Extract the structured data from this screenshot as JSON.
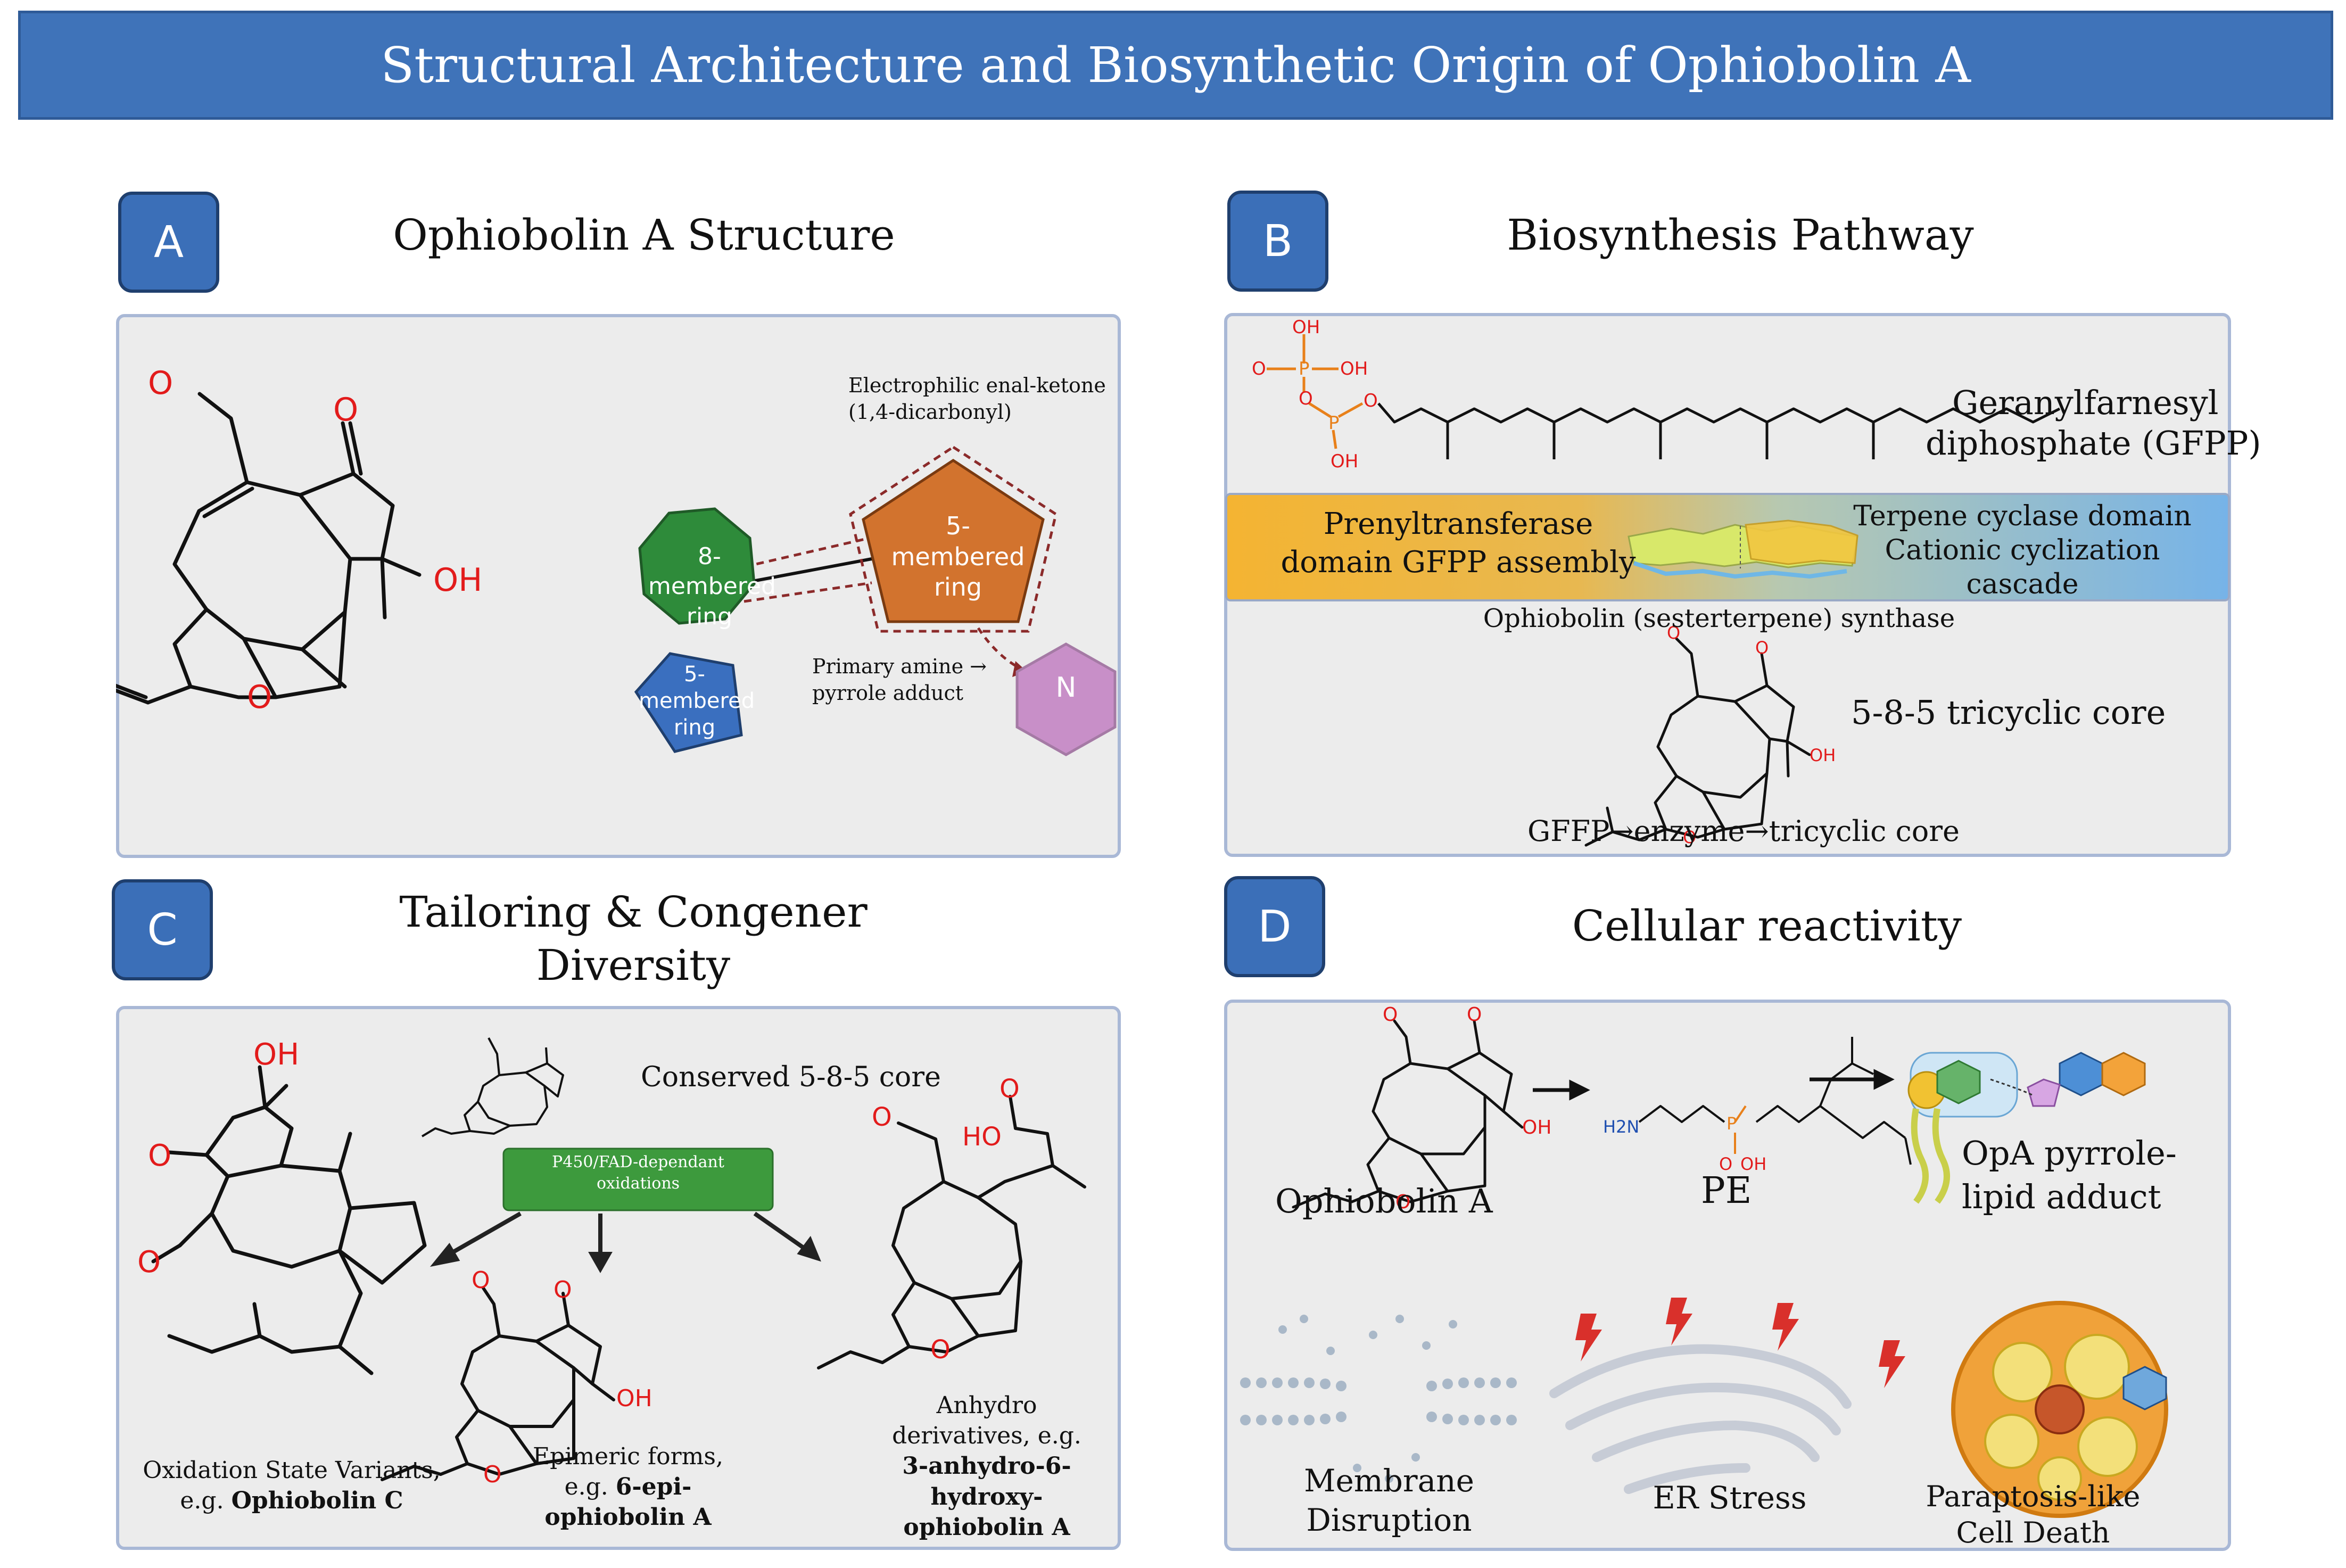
{
  "title": "Structural Architecture and Biosynthetic Origin of Ophiobolin A",
  "panels": {
    "a": {
      "badge": "A",
      "heading": "Ophiobolin A Structure",
      "atoms": {
        "o1": "O",
        "o2": "O",
        "oh": "OH",
        "o_ring": "O"
      },
      "ring_8": "8-\nmembered\nring",
      "ring_5_blue": "5-\nmembered\nring",
      "ring_5_orange": "5-\nmembered\nring",
      "amine_node": "N",
      "callout_electrophilic_1": "Electrophilic enal-ketone",
      "callout_electrophilic_2": "(1,4-dicarbonyl)",
      "callout_amine_1": "Primary amine →",
      "callout_amine_2": "pyrrole adduct"
    },
    "b": {
      "badge": "B",
      "heading": "Biosynthesis Pathway",
      "gfpp_label_1": "Geranylfarnesyl",
      "gfpp_label_2": "diphosphate (GFPP)",
      "phosphate_atoms": {
        "oh1": "OH",
        "oh2": "OH",
        "oh3": "OH",
        "o1": "O",
        "o2": "O",
        "o3": "O",
        "p1": "P",
        "p2": "P"
      },
      "prenyl_1": "Prenyltransferase",
      "prenyl_2": "domain GFPP assembly",
      "cyclase_1": "Terpene cyclase domain",
      "cyclase_2": "Cationic cyclization",
      "cyclase_3": "cascade",
      "synthase": "Ophiobolin (sesterterpene) synthase",
      "core_label": "5-8-5 tricyclic core",
      "flow": "GFFP→enzyme→tricyclic core"
    },
    "c": {
      "badge": "C",
      "heading_1": "Tailoring & Congener",
      "heading_2": "Diversity",
      "conserved": "Conserved 5-8-5 core",
      "enzyme_1": "P450/FAD-dependant",
      "enzyme_2": "oxidations",
      "variant_1a": "Oxidation State Variants,",
      "variant_1b": "e.g. ",
      "variant_1c": "Ophiobolin C",
      "variant_2a": "Epimeric forms,",
      "variant_2b": "e.g. ",
      "variant_2c": "6-epi-",
      "variant_2d": "ophiobolin A",
      "variant_3a": "Anhydro",
      "variant_3b": "derivatives, e.g.",
      "variant_3c": "3-anhydro-6-",
      "variant_3d": "hydroxy-",
      "variant_3e": "ophiobolin A",
      "oh": "OH",
      "ho": "HO"
    },
    "d": {
      "badge": "D",
      "heading": "Cellular reactivity",
      "opa": "Ophiobolin A",
      "pe": "PE",
      "adduct_1": "OpA pyrrole-",
      "adduct_2": "lipid adduct",
      "membrane_1": "Membrane",
      "membrane_2": "Disruption",
      "er": "ER Stress",
      "death_1": "Paraptosis-like",
      "death_2": "Cell Death",
      "h2n": "H2N",
      "oh": "OH"
    }
  },
  "colors": {
    "title_bar": "#3f73b9",
    "badge": "#3b6fb8",
    "panel_bg": "#ececec",
    "ring_green": "#2e8b3a",
    "ring_blue": "#3a6fbf",
    "ring_orange": "#d2732e",
    "amine_purple": "#c88fc8",
    "enzyme_box": "#3d9a3d",
    "dashed": "#8b2a2a",
    "oxygen_red": "#e21b1b"
  }
}
